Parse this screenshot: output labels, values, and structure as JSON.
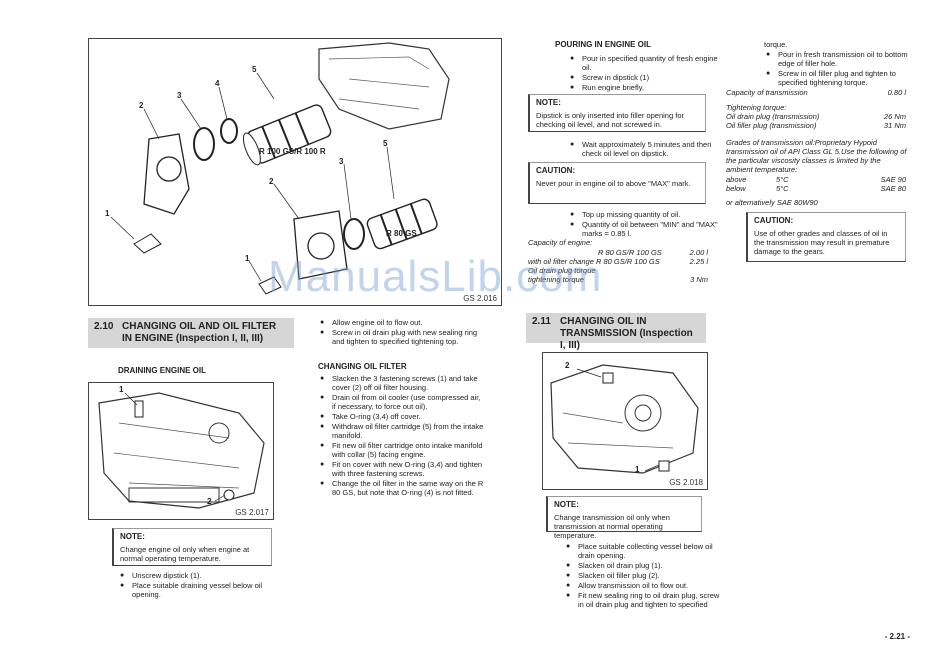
{
  "watermark": "ManualsLib.com",
  "page_number": "- 2.21 -",
  "figure_top": {
    "caption": "GS 2.016",
    "label_r100": "R 100 GS/R 100 R",
    "label_r80": "R 80 GS",
    "callouts": [
      "1",
      "2",
      "3",
      "4",
      "5",
      "2",
      "3",
      "5",
      "1"
    ]
  },
  "section_210": {
    "number": "2.10",
    "title": "CHANGING OIL AND OIL FILTER IN ENGINE (Inspection I, II, III)",
    "draining_heading": "DRAINING ENGINE OIL",
    "figure_caption": "GS 2.017",
    "fig_callouts": [
      "1",
      "2"
    ],
    "note_heading": "NOTE:",
    "note_text": "Change engine oil only when engine at normal operating temperature.",
    "bullets": [
      "Unscrew dipstick (1).",
      "Place suitable draining vessel below oil opening."
    ]
  },
  "col_mid": {
    "bullets_top": [
      "Allow engine oil to flow out.",
      "Screw in oil drain plug with new sealing ring and tighten to specified tightening top."
    ],
    "filter_heading": "CHANGING OIL FILTER",
    "filter_bullets": [
      "Slacken the 3 fastening screws (1) and take cover (2) off oil filter housing.",
      "Drain oil from oil cooler (use compressed air, if necessary, to force out oil).",
      "Take O-ring (3,4) off cover.",
      "Withdraw oil filter cartridge (5) from the intake manifold.",
      "Fit new oil filter cartridge onto intake manifold with collar (5) facing engine.",
      "Fit on cover with new O-ring (3,4) and tighten with three fastening screws.",
      "Change the oil filter in the same way on the R 80 GS, but note that O-ring (4) is not fitted."
    ]
  },
  "col_right1": {
    "pouring_heading": "POURING IN ENGINE OIL",
    "pouring_bullets": [
      "Pour in specified quantity of fresh engine oil.",
      "Screw in dipstick (1)",
      "Run engine briefly."
    ],
    "note_heading": "NOTE:",
    "note_text": "Dipstick is only inserted into filler opening for checking oil level, and not screwed in.",
    "wait_bullet": "Wait approximately 5 minutes and then check oil level on dipstick.",
    "caution_heading": "CAUTION:",
    "caution_text": "Never pour in engine oil to above \"MAX\" mark.",
    "bullets2": [
      "Top up missing quantity of oil.",
      "Quantity of oil between \"MIN\" and \"MAX\" marks = 0.85 l."
    ],
    "capacity_label": "Capacity of engine:",
    "rows": [
      {
        "label": "R 80 GS/R 100 GS",
        "value": "2.00 l"
      },
      {
        "label": "with oil filter change R 80 GS/R 100 GS",
        "value": "2.25 l"
      },
      {
        "label": "Oil drain plug torque",
        "value": ""
      },
      {
        "label": "tightening torque",
        "value": "3 Nm"
      }
    ]
  },
  "section_211": {
    "number": "2.11",
    "title": "CHANGING OIL IN TRANSMISSION (Inspection I, III)",
    "figure_caption": "GS 2.018",
    "fig_callouts": [
      "2",
      "1"
    ],
    "note_heading": "NOTE:",
    "note_text": "Change transmission oil only when transmission at normal operating temperature.",
    "bullets": [
      "Place suitable collecting vessel below oil drain opening.",
      "Slacken oil drain plug (1).",
      "Slacken oil filler plug (2).",
      "Allow transmission oil to flow out.",
      "Fit new sealing ring to oil drain plug, screw in oil drain plug and tighten to specified"
    ]
  },
  "col_right2": {
    "top_continuation": "torque.",
    "bullets": [
      "Pour in fresh transmission oil to bottom edge of filler hole.",
      "Screw in oil filler plug and tighten to specified tightening torque."
    ],
    "capacity_label": "Capacity of transmission",
    "capacity_value": "0.80 l",
    "torque_heading": "Tightening torque:",
    "torque_rows": [
      {
        "label": "Oil drain plug (transmission)",
        "value": "26 Nm"
      },
      {
        "label": "Oil filler plug (transmission)",
        "value": "31 Nm"
      }
    ],
    "grades_text": "Grades of transmission oil:Proprietary Hypoid transmission oil of API Class GL 5.Use the following of the particular viscosity classes is limited by the ambient temperature:",
    "grade_rows": [
      {
        "label": "above",
        "temp": "5°C",
        "grade": "SAE 90"
      },
      {
        "label": "below",
        "temp": "5°C",
        "grade": "SAE 80"
      }
    ],
    "alternatively": "or alternatively  SAE 80W90",
    "caution_heading": "CAUTION:",
    "caution_text": "Use of other grades and classes of oil in the transmission may result in premature damage to the gears."
  }
}
